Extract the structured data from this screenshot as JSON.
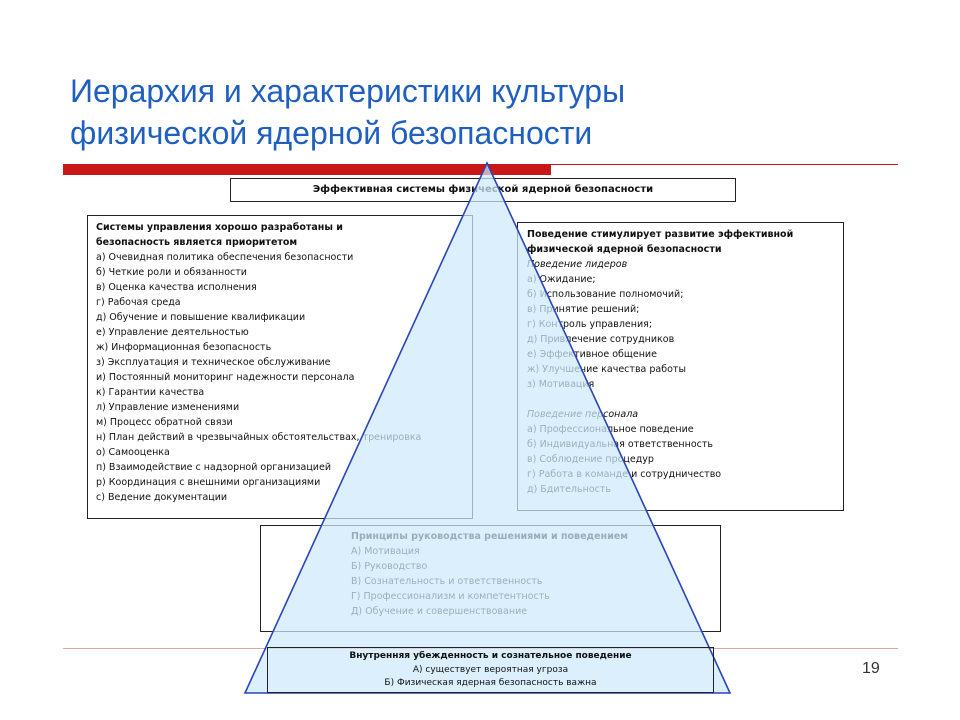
{
  "title": {
    "line1": "Иерархия и характеристики культуры",
    "line2": "физической ядерной безопасности"
  },
  "colors": {
    "title": "#1f5fbf",
    "accent_bar": "#c81818",
    "pyramid_fill": "#cde9fb",
    "pyramid_stroke": "#2a46b8"
  },
  "top_box": {
    "text": "Эффективная системы физической ядерной безопасности"
  },
  "left_box": {
    "header": [
      "Системы управления хорошо разработаны и",
      "безопасность является приоритетом"
    ],
    "items": [
      "а) Очевидная политика обеспечения безопасности",
      "б) Четкие роли и обязанности",
      "в) Оценка качества исполнения",
      "г) Рабочая среда",
      "д) Обучение и повышение квалификации",
      "е) Управление деятельностью",
      "ж) Информационная безопасность",
      "з) Эксплуатация и техническое обслуживание",
      "и) Постоянный мониторинг надежности персонала",
      "к) Гарантии качества",
      "л) Управление изменениями",
      "м) Процесс обратной связи",
      "н) План действий в чрезвычайных обстоятельствах, тренировка",
      "о) Самооценка",
      "п) Взаимодействие с надзорной организацией",
      "р) Координация с внешними организациями",
      "с) Ведение документации"
    ]
  },
  "right_box": {
    "header": [
      "Поведение стимулирует развитие эффективной",
      "физической ядерной безопасности"
    ],
    "leaders_title": "Поведение лидеров",
    "leaders_items": [
      "а) Ожидание;",
      "б) Использование полномочий;",
      "в) Принятие решений;",
      "г) Контроль управления;",
      "д) Привлечение сотрудников",
      "е) Эффективное общение",
      "ж) Улучшение качества работы",
      "з) Мотивация"
    ],
    "staff_title": "Поведение персонала",
    "staff_items": [
      "а) Профессиональное поведение",
      "б) Индивидуальная ответственность",
      "в) Соблюдение процедур",
      "г) Работа в команде и сотрудничество",
      "д) Бдительность"
    ]
  },
  "middle_box": {
    "header": "Принципы руководства решениями и поведением",
    "items": [
      "А) Мотивация",
      "Б) Руководство",
      "В) Сознательность и ответственность",
      "Г) Профессионализм и компетентность",
      "Д) Обучение и совершенствование"
    ]
  },
  "bottom_box": {
    "header": "Внутренняя убежденность и сознательное поведение",
    "items": [
      "А) существует вероятная угроза",
      "Б) Физическая ядерная безопасность важна"
    ]
  },
  "page_number": "19"
}
